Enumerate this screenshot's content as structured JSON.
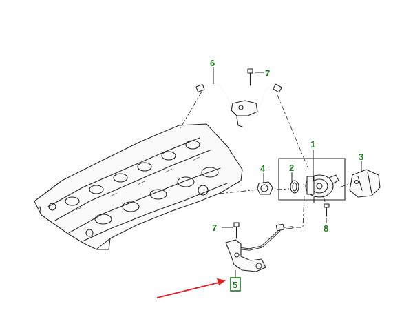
{
  "diagram": {
    "highlight_color": "#1a7a1a",
    "arrow_color": "#e01e1e",
    "line_color": "#222222",
    "callouts": [
      {
        "id": "callout-1",
        "label": "1"
      },
      {
        "id": "callout-2",
        "label": "2"
      },
      {
        "id": "callout-3",
        "label": "3"
      },
      {
        "id": "callout-4",
        "label": "4"
      },
      {
        "id": "callout-5",
        "label": "5",
        "boxed": true
      },
      {
        "id": "callout-6",
        "label": "6"
      },
      {
        "id": "callout-7a",
        "label": "7"
      },
      {
        "id": "callout-7b",
        "label": "7"
      },
      {
        "id": "callout-8",
        "label": "8"
      }
    ]
  }
}
